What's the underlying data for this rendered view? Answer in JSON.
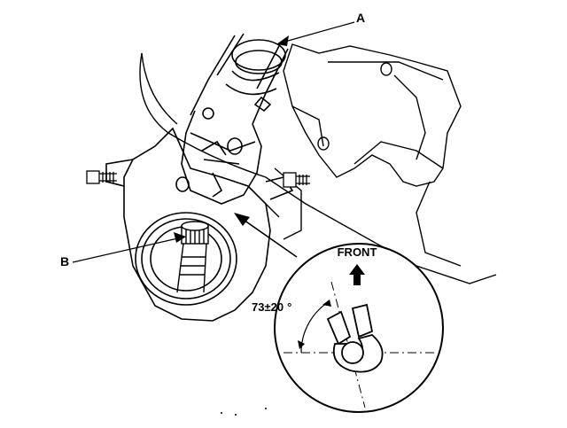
{
  "diagram": {
    "callouts": [
      {
        "id": "A",
        "label": "A"
      },
      {
        "id": "B",
        "label": "B"
      }
    ],
    "inset": {
      "direction_label": "FRONT",
      "angle_value": "73",
      "angle_tolerance_symbol": "±",
      "angle_tolerance": "20",
      "angle_unit": "°"
    }
  }
}
